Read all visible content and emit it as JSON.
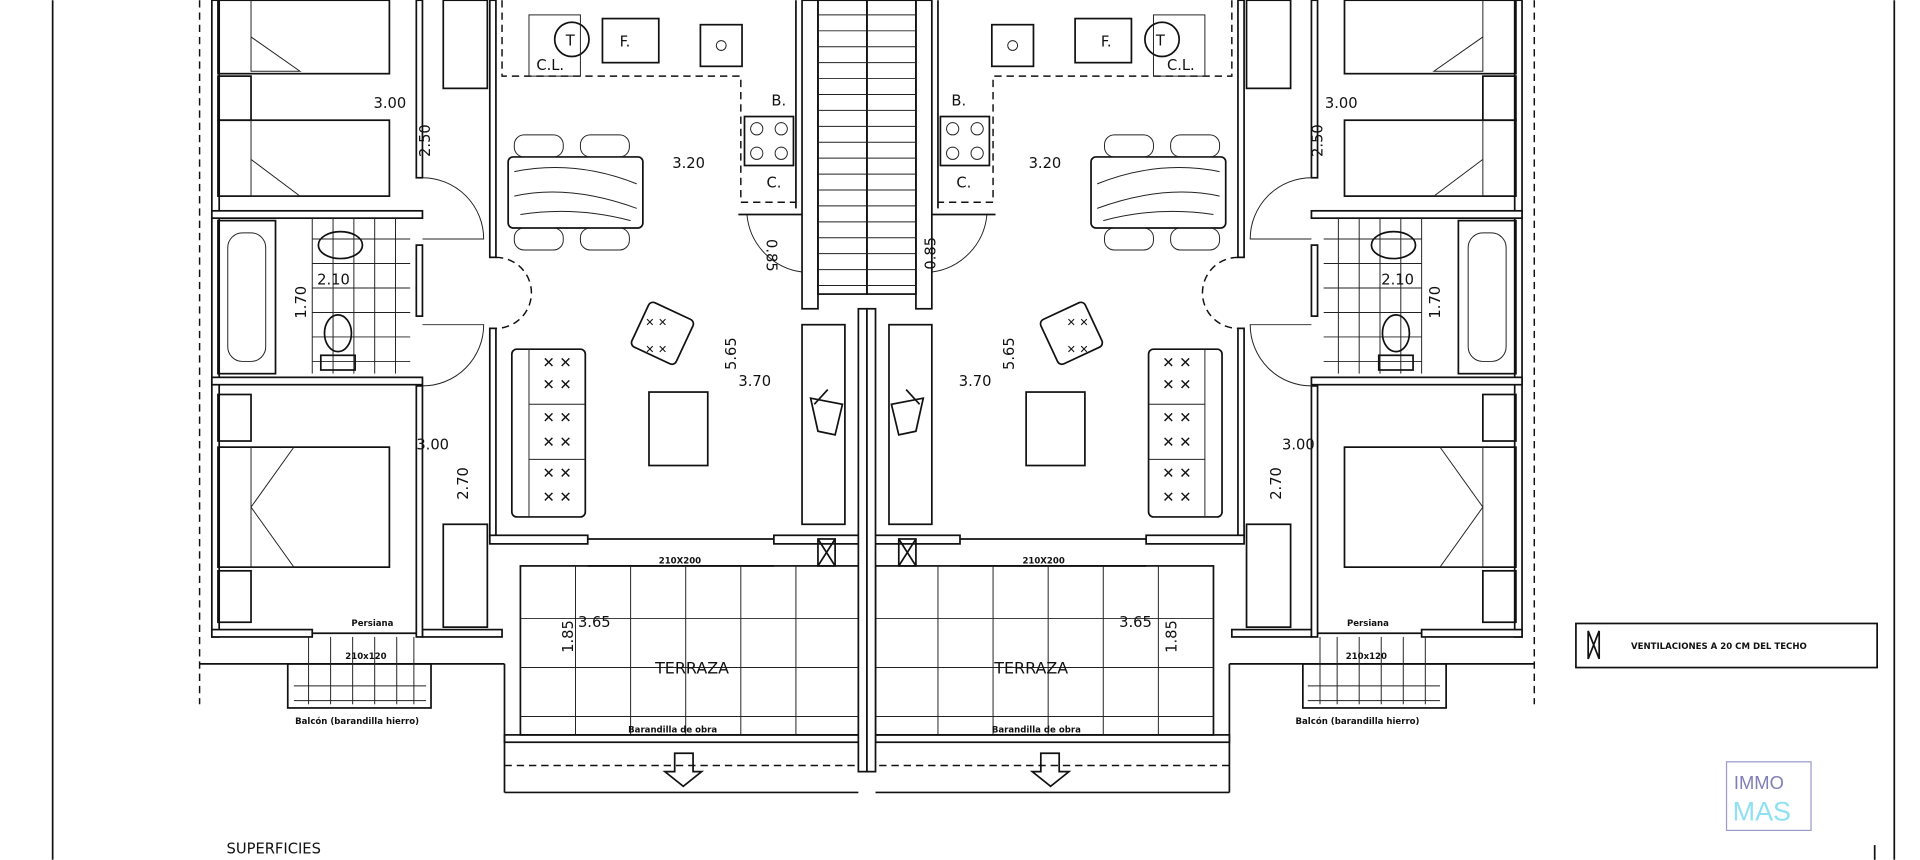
{
  "left_unit": {
    "bedroom1_width": "3.00",
    "bedroom1_depth": "2.50",
    "closet": "C.L.",
    "water_heater": "T",
    "fridge": "F.",
    "sink_cabinet": "B.",
    "cooker": "C.",
    "kitchen_width": "3.20",
    "door_width": "0.85",
    "bath_width": "2.10",
    "bath_depth": "1.70",
    "living_depth": "5.65",
    "living_width": "3.70",
    "bedroom2_width": "3.00",
    "bedroom2_depth": "2.70",
    "window_living": "210X200",
    "terrace_width": "3.65",
    "terrace_depth": "1.85",
    "terrace_label": "TERRAZA",
    "terrace_railing": "Barandilla de obra",
    "shutter": "Persiana",
    "window_bedroom": "210x120",
    "balcony": "Balcón (barandilla hierro)"
  },
  "right_unit": {
    "bedroom1_width": "3.00",
    "bedroom1_depth": "2.50",
    "closet": "C.L.",
    "water_heater": "T",
    "fridge": "F.",
    "sink_cabinet": "B.",
    "cooker": "C.",
    "kitchen_width": "3.20",
    "door_width": "0.85",
    "bath_width": "2.10",
    "bath_depth": "1.70",
    "living_depth": "5.65",
    "living_width": "3.70",
    "bedroom2_width": "3.00",
    "bedroom2_depth": "2.70",
    "window_living": "210X200",
    "terrace_width": "3.65",
    "terrace_depth": "1.85",
    "terrace_label": "TERRAZA",
    "terrace_railing": "Barandilla de obra",
    "shutter": "Persiana",
    "window_bedroom": "210x120",
    "balcony": "Balcón (barandilla hierro)"
  },
  "legend": {
    "ventilation": "VENTILACIONES A 20 CM DEL TECHO",
    "icon": "vent-x-icon"
  },
  "surfaces_heading": "SUPERFICIES",
  "logo": {
    "line1": "IMMO",
    "line2": "MAS",
    "color1": "#7f7fb8",
    "color2": "#8fe0f2"
  }
}
